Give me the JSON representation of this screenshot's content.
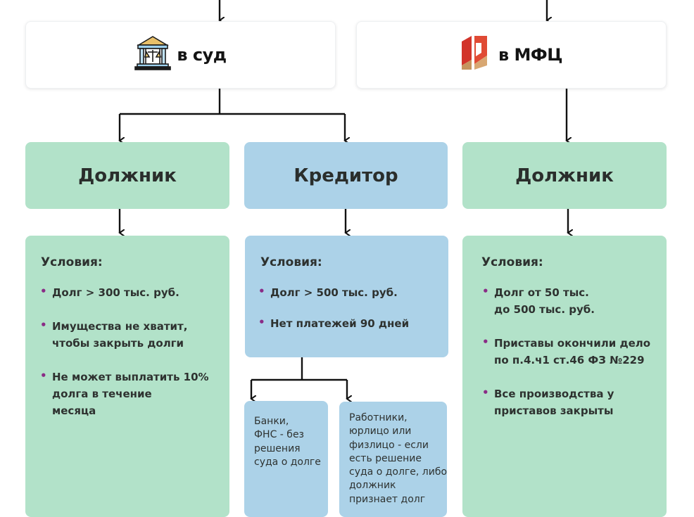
{
  "entries": {
    "court": {
      "label": "в суд",
      "icon": "courthouse-icon"
    },
    "mfc": {
      "label": "в МФЦ",
      "icon": "mfc-logo-icon"
    }
  },
  "roles": {
    "debtor_court": "Должник",
    "creditor": "Кредитор",
    "debtor_mfc": "Должник"
  },
  "conditions": {
    "debtor_court": {
      "title": "Условия:",
      "items": [
        "Долг > 300 тыс. руб.",
        "Имущества не хватит,\nчтобы закрыть долги",
        "Не может выплатить 10%\nдолга в течение\nмесяца"
      ]
    },
    "creditor": {
      "title": "Условия:",
      "items": [
        "Долг > 500 тыс. руб.",
        "Нет платежей 90 дней"
      ]
    },
    "debtor_mfc": {
      "title": "Условия:",
      "items": [
        "Долг от 50 тыс.\nдо 500 тыс. руб.",
        "Приставы окончили дело\nпо п.4.ч1 ст.46 ФЗ №229",
        "Все производства у\n приставов закрыты"
      ]
    }
  },
  "creditor_types": {
    "banks": "Банки,\nФНС - без\nрешения\nсуда о долге",
    "others": "Работники,\nюрлицо или\nфизлицо - если\nесть решение\nсуда о долге, либо\nдолжник\nпризнает долг"
  },
  "colors": {
    "debtor_bg": "#b2e2c9",
    "creditor_bg": "#acd2e8",
    "bullet": "#8a2b86",
    "connector": "#111111"
  }
}
